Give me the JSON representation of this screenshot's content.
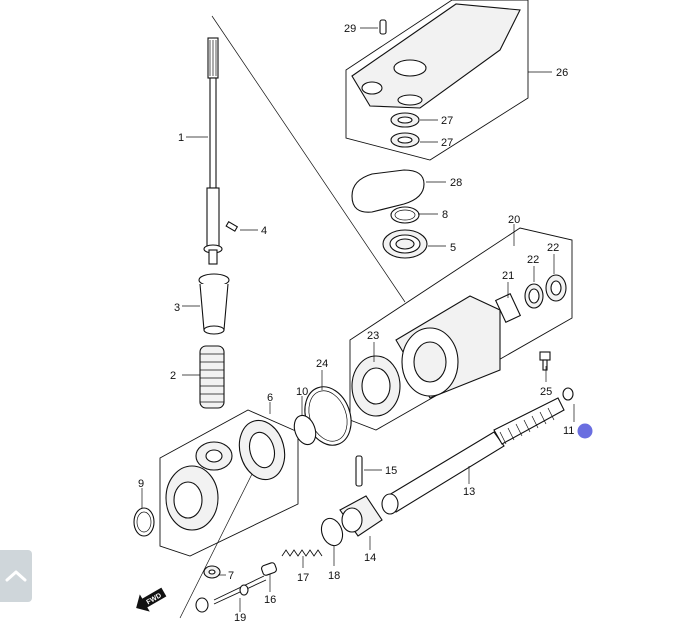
{
  "callouts": {
    "c1": "1",
    "c2": "2",
    "c3": "3",
    "c4": "4",
    "c5": "5",
    "c6": "6",
    "c7": "7",
    "c8": "8",
    "c9": "9",
    "c10": "10",
    "c11": "11",
    "c13": "13",
    "c14": "14",
    "c15": "15",
    "c16": "16",
    "c17": "17",
    "c18": "18",
    "c19": "19",
    "c20": "20",
    "c21": "21",
    "c22a": "22",
    "c22b": "22",
    "c23": "23",
    "c24": "24",
    "c25": "25",
    "c26": "26",
    "c27a": "27",
    "c27b": "27",
    "c28": "28",
    "c29": "29"
  },
  "fwd_label": "FWD",
  "marker_color": "#6a6ee0",
  "scroll_button_color": "#cfd6da",
  "icons": {
    "scroll_top": "chevron-up-icon",
    "fwd": "fwd-arrow-icon"
  }
}
